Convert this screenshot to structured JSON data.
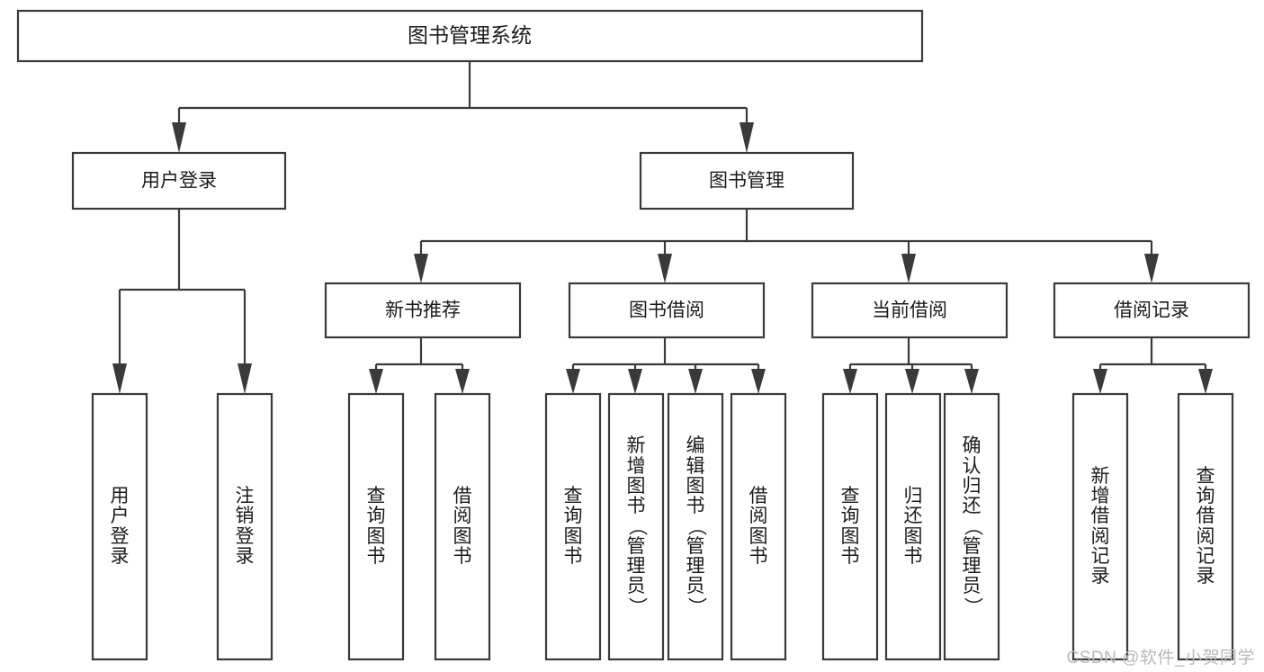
{
  "diagram": {
    "type": "tree-hierarchy",
    "title": "图书管理系统",
    "colors": {
      "box_stroke": "#3a3a3a",
      "box_fill": "#ffffff",
      "text": "#1b1b1b",
      "background": "#ffffff",
      "watermark": "#b9b9b9"
    },
    "root": {
      "label": "图书管理系统"
    },
    "level1": [
      {
        "label": "用户登录"
      },
      {
        "label": "图书管理"
      }
    ],
    "level2": [
      {
        "label": "新书推荐"
      },
      {
        "label": "图书借阅"
      },
      {
        "label": "当前借阅"
      },
      {
        "label": "借阅记录"
      }
    ],
    "leaves": {
      "user_login": [
        {
          "label": "用户登录",
          "chars": [
            "用",
            "户",
            "登",
            "录"
          ]
        },
        {
          "label": "注销登录",
          "chars": [
            "注",
            "销",
            "登",
            "录"
          ]
        }
      ],
      "new_book_recommend": [
        {
          "label": "查询图书",
          "chars": [
            "查",
            "询",
            "图",
            "书"
          ]
        },
        {
          "label": "借阅图书",
          "chars": [
            "借",
            "阅",
            "图",
            "书"
          ]
        }
      ],
      "book_borrow": [
        {
          "label": "查询图书",
          "chars": [
            "查",
            "询",
            "图",
            "书"
          ]
        },
        {
          "label": "新增图书（管理员）",
          "chars": [
            "新",
            "增",
            "图",
            "书",
            "（",
            "管",
            "理",
            "员",
            "）"
          ]
        },
        {
          "label": "编辑图书（管理员）",
          "chars": [
            "编",
            "辑",
            "图",
            "书",
            "（",
            "管",
            "理",
            "员",
            "）"
          ]
        },
        {
          "label": "借阅图书",
          "chars": [
            "借",
            "阅",
            "图",
            "书"
          ]
        }
      ],
      "current_borrow": [
        {
          "label": "查询图书",
          "chars": [
            "查",
            "询",
            "图",
            "书"
          ]
        },
        {
          "label": "归还图书",
          "chars": [
            "归",
            "还",
            "图",
            "书"
          ]
        },
        {
          "label": "确认归还（管理员）",
          "chars": [
            "确",
            "认",
            "归",
            "还",
            "（",
            "管",
            "理",
            "员",
            "）"
          ]
        }
      ],
      "borrow_record": [
        {
          "label": "新增借阅记录",
          "chars": [
            "新",
            "增",
            "借",
            "阅",
            "记",
            "录"
          ]
        },
        {
          "label": "查询借阅记录",
          "chars": [
            "查",
            "询",
            "借",
            "阅",
            "记",
            "录"
          ]
        }
      ]
    },
    "watermark": "CSDN @软件_小贺同学"
  }
}
